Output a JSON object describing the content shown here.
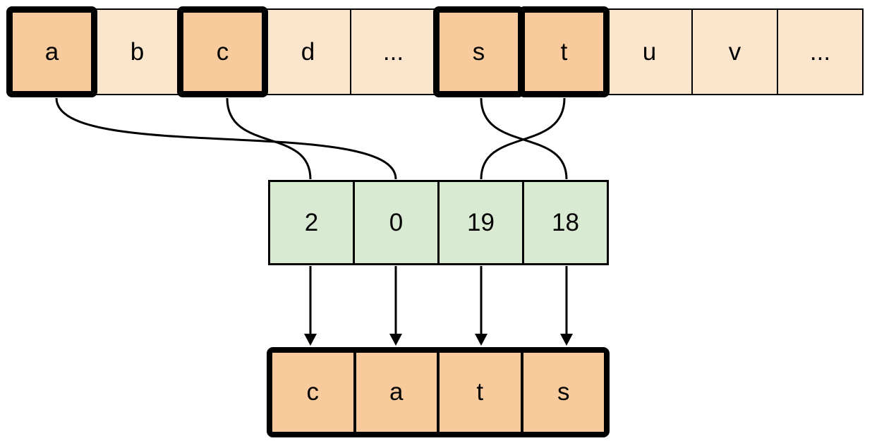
{
  "diagram": {
    "type": "letter-to-index mapping diagram",
    "colors": {
      "cell_light_orange": "#fce5cd",
      "cell_highlight_orange": "#f9cb9c",
      "cell_green": "#d9ead3",
      "stroke": "#000000",
      "background": "#ffffff"
    }
  },
  "alphabet_row": {
    "cells": [
      {
        "label": "a",
        "highlighted": true
      },
      {
        "label": "b",
        "highlighted": false
      },
      {
        "label": "c",
        "highlighted": true
      },
      {
        "label": "d",
        "highlighted": false
      },
      {
        "label": "...",
        "highlighted": false
      },
      {
        "label": "s",
        "highlighted": true
      },
      {
        "label": "t",
        "highlighted": true
      },
      {
        "label": "u",
        "highlighted": false
      },
      {
        "label": "v",
        "highlighted": false
      },
      {
        "label": "...",
        "highlighted": false
      }
    ]
  },
  "index_row": {
    "cells": [
      {
        "label": "2"
      },
      {
        "label": "0"
      },
      {
        "label": "19"
      },
      {
        "label": "18"
      }
    ]
  },
  "output_row": {
    "cells": [
      {
        "label": "c"
      },
      {
        "label": "a"
      },
      {
        "label": "t"
      },
      {
        "label": "s"
      }
    ]
  },
  "connections": {
    "letter_to_index": [
      {
        "from_letter": "a",
        "to_value": "0"
      },
      {
        "from_letter": "c",
        "to_value": "2"
      },
      {
        "from_letter": "s",
        "to_value": "18"
      },
      {
        "from_letter": "t",
        "to_value": "19"
      }
    ],
    "index_to_output": [
      {
        "from_value": "2",
        "to_letter": "c"
      },
      {
        "from_value": "0",
        "to_letter": "a"
      },
      {
        "from_value": "19",
        "to_letter": "t"
      },
      {
        "from_value": "18",
        "to_letter": "s"
      }
    ]
  }
}
